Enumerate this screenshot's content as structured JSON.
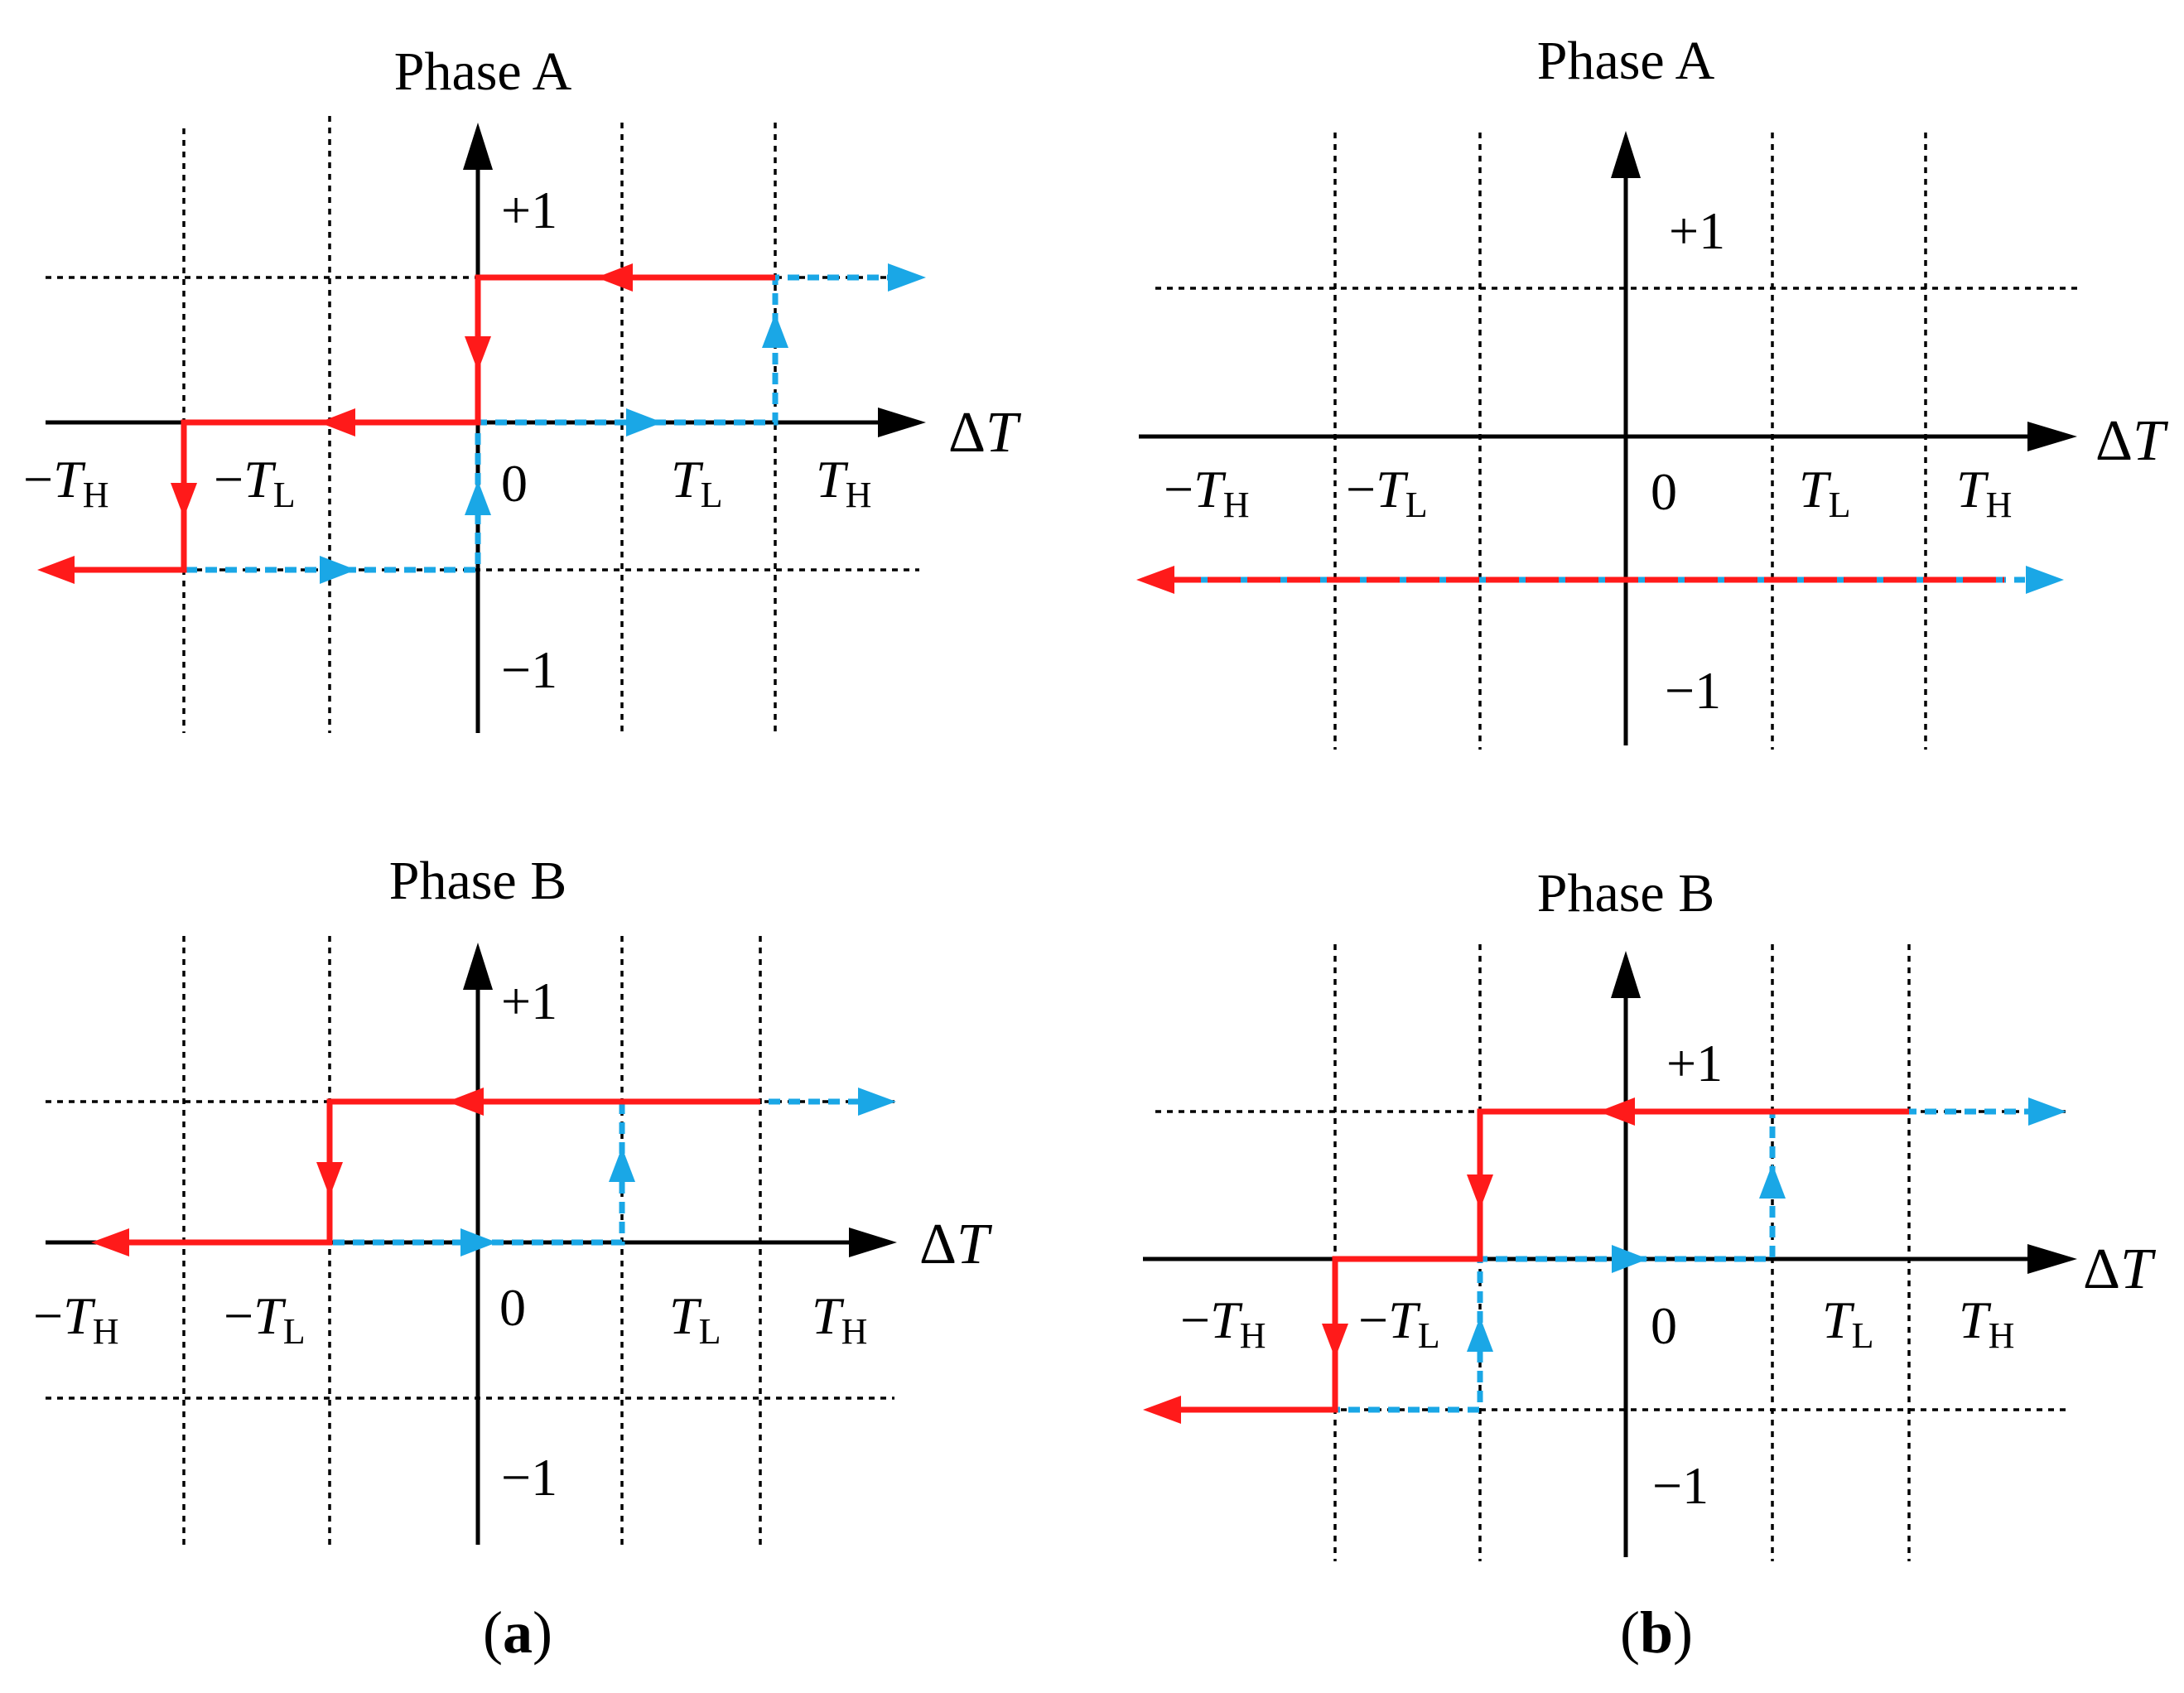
{
  "colors": {
    "heating_path": "#ff1a1a",
    "cooling_path": "#1aa7e6",
    "axes": "#000000",
    "grid": "#000000"
  },
  "axes": {
    "x_label_symbol": "Δ",
    "x_label_var": "T",
    "y_plus": "+1",
    "y_minus": "−1",
    "origin": "0"
  },
  "ticks": {
    "neg_TH": {
      "sign": "−",
      "var": "T",
      "sub": "H"
    },
    "neg_TL": {
      "sign": "−",
      "var": "T",
      "sub": "L"
    },
    "TL": {
      "var": "T",
      "sub": "L"
    },
    "TH": {
      "var": "T",
      "sub": "H"
    }
  },
  "panels": {
    "a": {
      "open": "(",
      "letter": "a",
      "close": ")"
    },
    "b": {
      "open": "(",
      "letter": "b",
      "close": ")"
    }
  },
  "plots": [
    {
      "id": "a-phaseA",
      "title": "Phase A"
    },
    {
      "id": "b-phaseA",
      "title": "Phase A"
    },
    {
      "id": "a-phaseB",
      "title": "Phase B"
    },
    {
      "id": "b-phaseB",
      "title": "Phase B"
    }
  ]
}
